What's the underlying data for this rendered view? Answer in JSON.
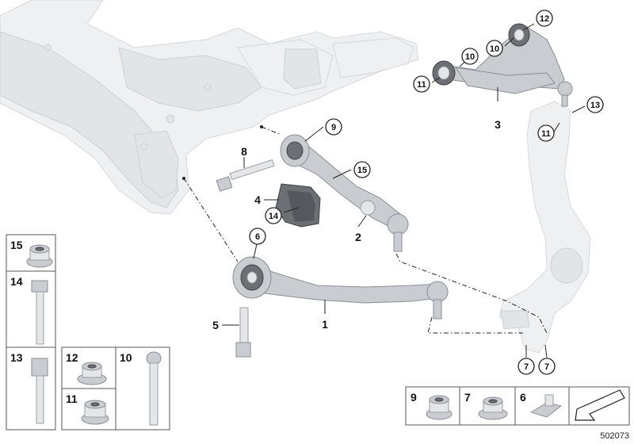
{
  "diagram_id": "502073",
  "callouts": {
    "c12": "12",
    "c10a": "10",
    "c10b": "10",
    "c11a": "11",
    "c11b": "11",
    "c13": "13",
    "c9": "9",
    "c15": "15",
    "c14": "14",
    "c6": "6",
    "c7a": "7",
    "c7b": "7"
  },
  "labels": {
    "l3": "3",
    "l8": "8",
    "l4": "4",
    "l2": "2",
    "l1": "1",
    "l5": "5"
  },
  "left_table": {
    "cells": [
      {
        "id": "15",
        "label": "15"
      },
      {
        "id": "14",
        "label": "14"
      },
      {
        "id": "13",
        "label": "13"
      },
      {
        "id": "12",
        "label": "12"
      },
      {
        "id": "11",
        "label": "11"
      },
      {
        "id": "10",
        "label": "10"
      }
    ]
  },
  "bottom_table": {
    "cells": [
      {
        "id": "9",
        "label": "9"
      },
      {
        "id": "7",
        "label": "7"
      },
      {
        "id": "6",
        "label": "6"
      }
    ]
  },
  "colors": {
    "frame": "#eef0f2",
    "part": "#c9ccd0",
    "part_dark": "#6c7075",
    "line": "#222222"
  }
}
